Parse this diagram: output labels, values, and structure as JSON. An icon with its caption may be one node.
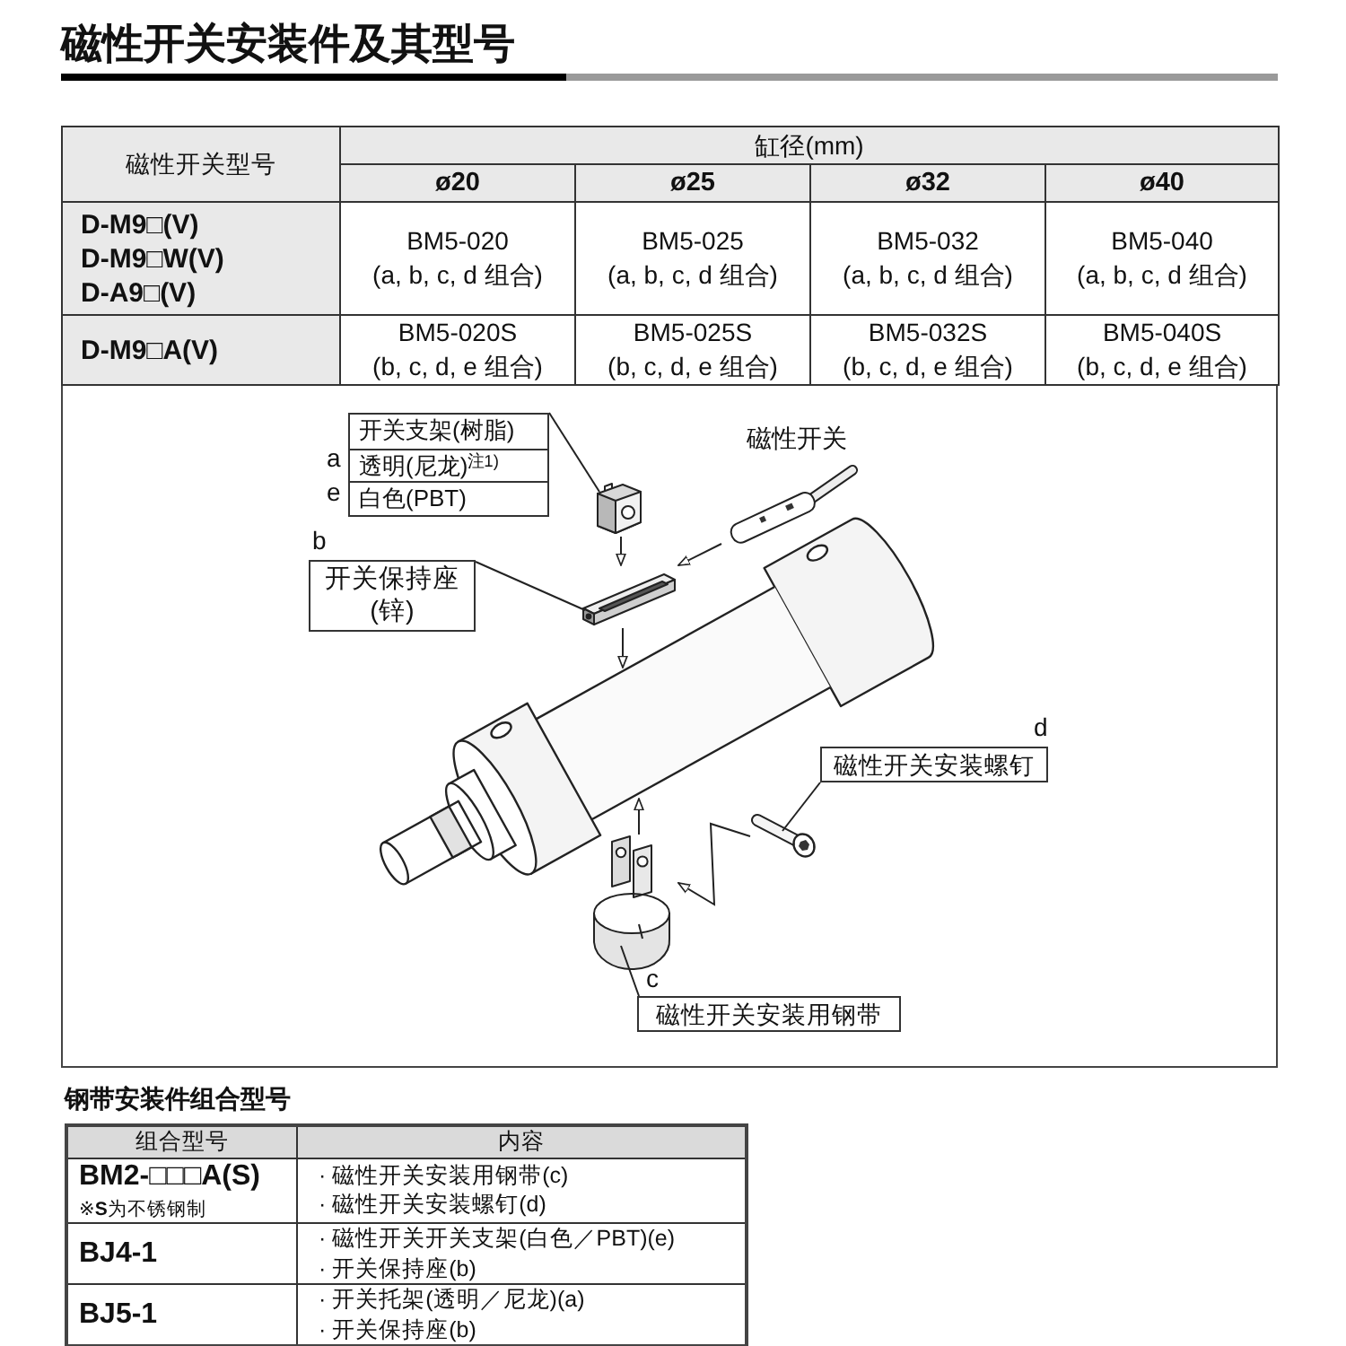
{
  "diagram": {
    "title": "磁性开关安装件及其型号",
    "nodes": [
      {
        "text": [
          "开关支架(树脂)",
          "透明(尼龙)$^{注1)}$",
          "白色(PBT)"
        ],
        "beside": [
          "a",
          "e"
        ]
      },
      {
        "text": [],
        "shape": "picture"
      },
      {
        "text": [],
        "shape": "picture",
        "beside": [
          "磁性开关"
        ]
      },
      {
        "text": [
          "开关保持座 (锌)"
        ],
        "beside": [
          "b"
        ]
      },
      {
        "text": [],
        "shape": "picture"
      },
      {
        "text": [],
        "shape": "picture"
      },
      {
        "text": [
          "磁性开关安装螺钉"
        ],
        "beside": [
          "d"
        ]
      },
      {
        "text": [],
        "shape": "picture"
      },
      {
        "text": [
          "磁性开关安装用钢带"
        ],
        "beside": [
          "c"
        ]
      },
      {
        "text": [],
        "shape": "picture"
      }
    ],
    "edges": [
      {
        "from": 0,
        "to": 1,
        "arrow": "none"
      },
      {
        "from": 3,
        "to": 4,
        "arrow": "none"
      },
      {
        "from": 6,
        "to": 7,
        "arrow": "none"
      },
      {
        "from": 8,
        "to": 9,
        "arrow": "none"
      },
      {
        "from": 1,
        "to": 4,
        "arrow": "to"
      },
      {
        "from": 2,
        "to": 4,
        "arrow": "to"
      },
      {
        "from": 4,
        "to": 5,
        "arrow": "to"
      },
      {
        "from": 9,
        "to": 5,
        "arrow": "to"
      },
      {
        "from": 7,
        "to": 9,
        "arrow": "to"
      }
    ],
    "labels": [
      "磁性开关型号",
      "缸径(mm)",
      "ø20",
      "ø25",
      "ø32",
      "ø40",
      "D-M9□(V)",
      "D-M9□W(V)",
      "D-A9□(V)",
      "BM5-020",
      "(a, b, c, d 组合)",
      "BM5-025",
      "(a, b, c, d 组合)",
      "BM5-032",
      "(a, b, c, d 组合)",
      "BM5-040",
      "(a, b, c, d 组合)",
      "D-M9□A(V)",
      "BM5-020S",
      "(b, c, d, e 组合)",
      "BM5-025S",
      "(b, c, d, e 组合)",
      "BM5-032S",
      "(b, c, d, e 组合)",
      "BM5-040S",
      "(b, c, d, e 组合)",
      "钢带安装件组合型号",
      "组合型号",
      "内容",
      "BM2-□□□A(S)",
      "※**S**为不锈钢制",
      "· 磁性开关安装用钢带(c)",
      "· 磁性开关安装螺钉(d)",
      "BJ4-1",
      "· 磁性开关开关支架(白色／PBT)(e)",
      "· 开关保持座(b)",
      "BJ5-1",
      "· 开关托架(透明／尼龙)(a)",
      "· 开关保持座(b)"
    ]
  }
}
